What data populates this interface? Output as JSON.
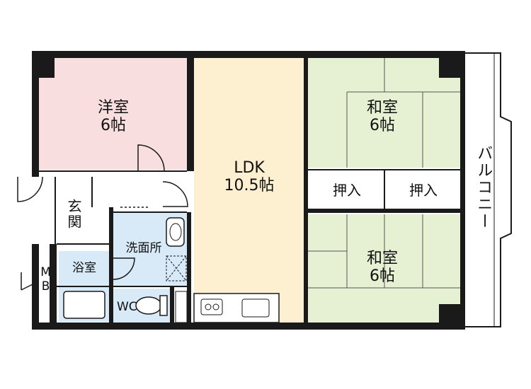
{
  "rooms": {
    "western": {
      "name": "洋室",
      "size": "6帖",
      "fill": "#f8dede"
    },
    "ldk": {
      "name": "LDK",
      "size": "10.5帖",
      "fill": "#fdf0d0"
    },
    "japanese_top": {
      "name": "和室",
      "size": "6帖",
      "fill": "#e6f1d4"
    },
    "japanese_bottom": {
      "name": "和室",
      "size": "6帖",
      "fill": "#e6f1d4"
    },
    "closet_left": {
      "name": "押入"
    },
    "closet_right": {
      "name": "押入"
    },
    "entrance": {
      "name": "玄関"
    },
    "washroom": {
      "name": "洗面所",
      "fill": "#d8e9f7"
    },
    "bath": {
      "name": "浴室",
      "fill": "#d8e9f7"
    },
    "wc": {
      "name": "WC",
      "fill": "#d8e9f7"
    },
    "mb": {
      "name": "MB"
    },
    "balcony": {
      "name": "バルコニー"
    }
  },
  "colors": {
    "wall": "#1a1a1a",
    "thin_line": "#555555"
  }
}
